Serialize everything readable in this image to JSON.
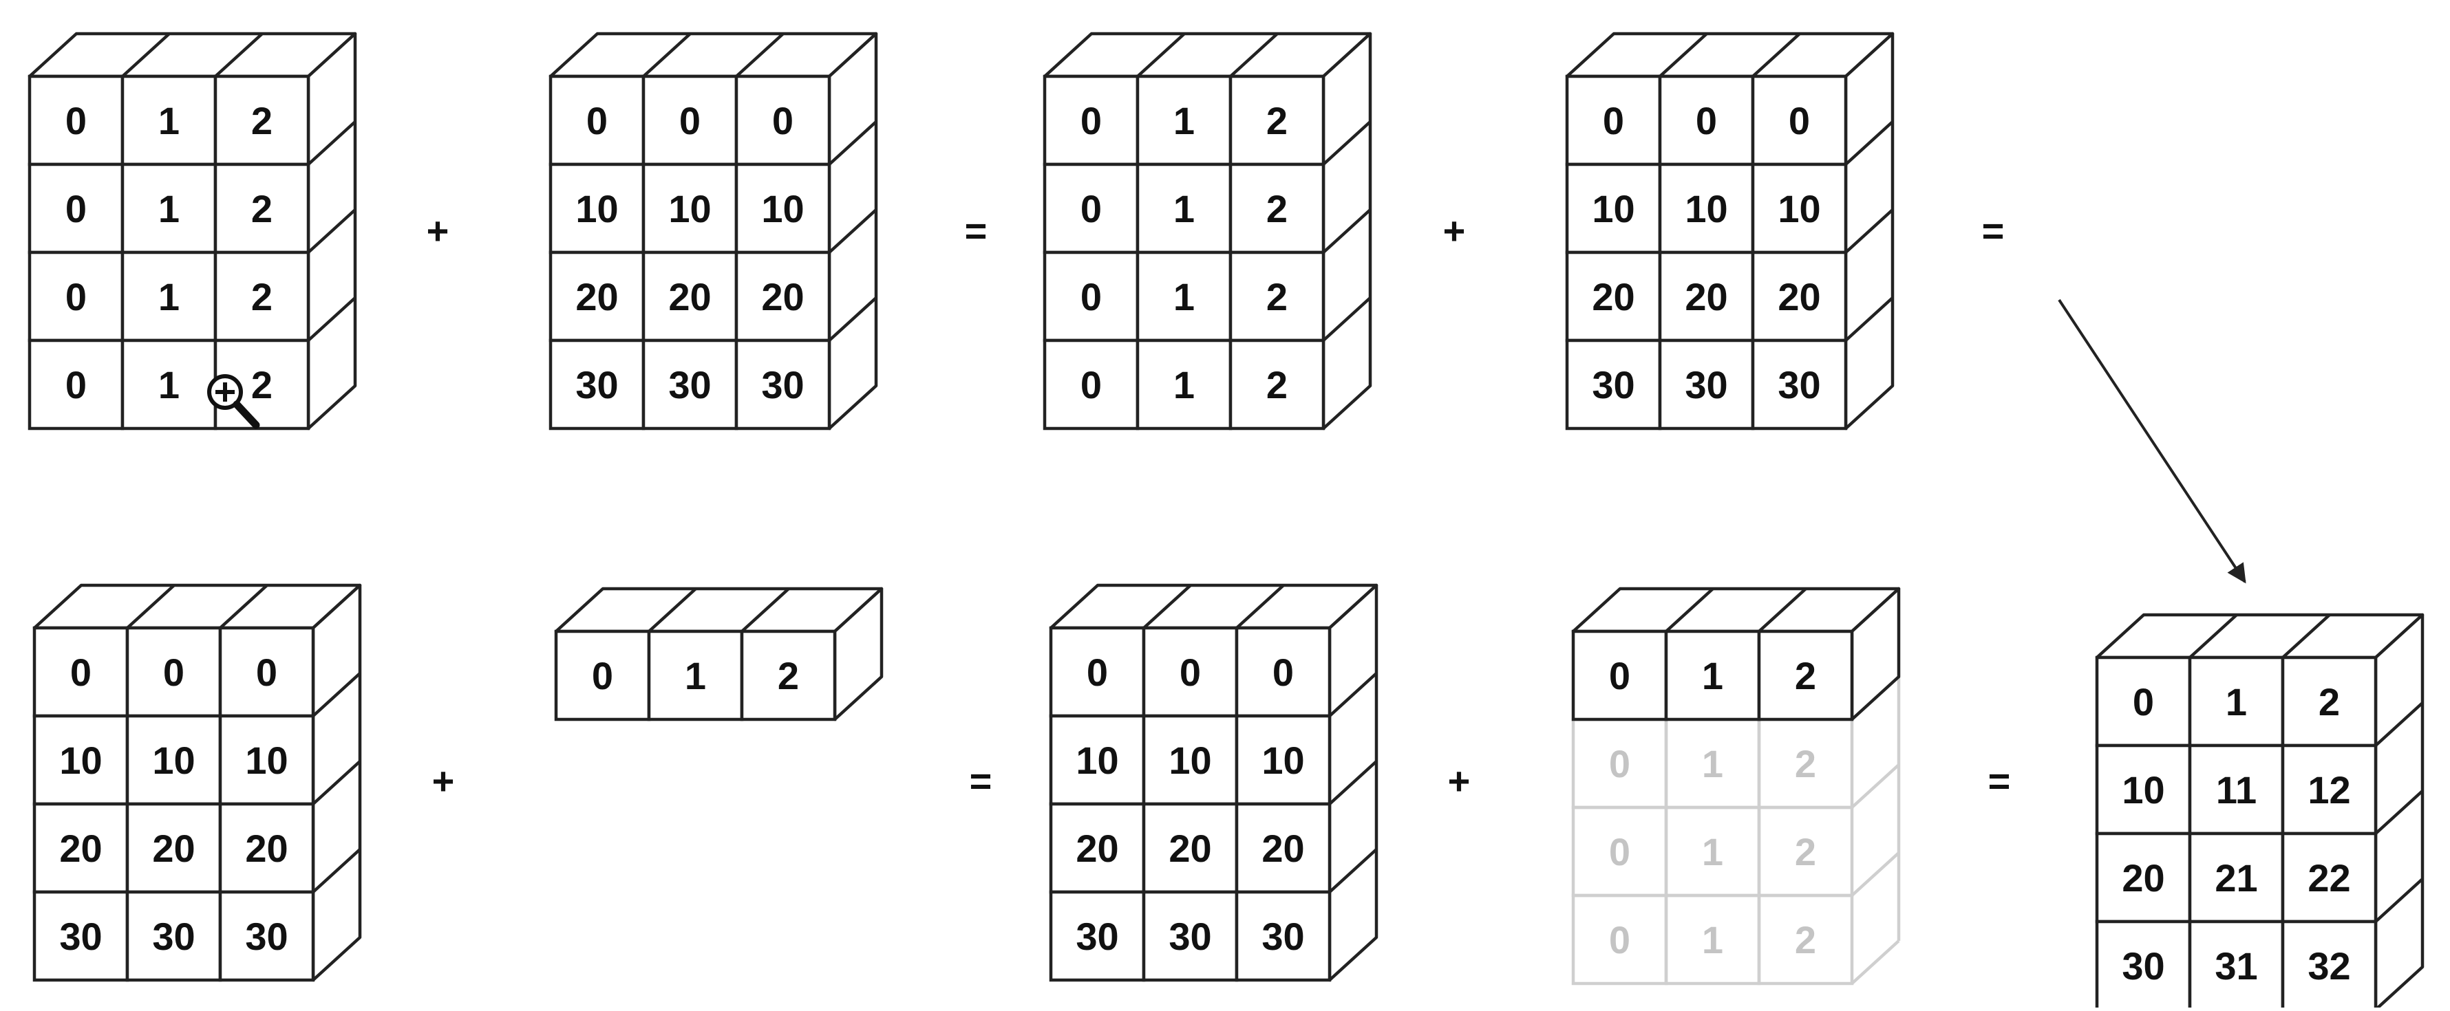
{
  "colors": {
    "line": "#222222",
    "text": "#111111",
    "ghost_line": "#cfcfcf",
    "ghost_text": "#c4c4c4",
    "background": "#ffffff"
  },
  "icons": [
    "zoom-in-icon"
  ],
  "rows": [
    {
      "name": "top",
      "items": [
        {
          "kind": "block",
          "cells": [
            [
              "0",
              "1",
              "2"
            ],
            [
              "0",
              "1",
              "2"
            ],
            [
              "0",
              "1",
              "2"
            ],
            [
              "0",
              "1",
              "2"
            ]
          ]
        },
        {
          "kind": "operator",
          "symbol": "+"
        },
        {
          "kind": "block",
          "cells": [
            [
              "0",
              "0",
              "0"
            ],
            [
              "10",
              "10",
              "10"
            ],
            [
              "20",
              "20",
              "20"
            ],
            [
              "30",
              "30",
              "30"
            ]
          ]
        },
        {
          "kind": "operator",
          "symbol": "="
        },
        {
          "kind": "block",
          "cells": [
            [
              "0",
              "1",
              "2"
            ],
            [
              "0",
              "1",
              "2"
            ],
            [
              "0",
              "1",
              "2"
            ],
            [
              "0",
              "1",
              "2"
            ]
          ]
        },
        {
          "kind": "operator",
          "symbol": "+"
        },
        {
          "kind": "block",
          "cells": [
            [
              "0",
              "0",
              "0"
            ],
            [
              "10",
              "10",
              "10"
            ],
            [
              "20",
              "20",
              "20"
            ],
            [
              "30",
              "30",
              "30"
            ]
          ]
        },
        {
          "kind": "operator",
          "symbol": "="
        }
      ]
    },
    {
      "name": "bottom",
      "items": [
        {
          "kind": "block",
          "cells": [
            [
              "0",
              "0",
              "0"
            ],
            [
              "10",
              "10",
              "10"
            ],
            [
              "20",
              "20",
              "20"
            ],
            [
              "30",
              "30",
              "30"
            ]
          ]
        },
        {
          "kind": "operator",
          "symbol": "+"
        },
        {
          "kind": "block",
          "cells": [
            [
              "0",
              "1",
              "2"
            ]
          ]
        },
        {
          "kind": "operator",
          "symbol": "="
        },
        {
          "kind": "block",
          "cells": [
            [
              "0",
              "0",
              "0"
            ],
            [
              "10",
              "10",
              "10"
            ],
            [
              "20",
              "20",
              "20"
            ],
            [
              "30",
              "30",
              "30"
            ]
          ]
        },
        {
          "kind": "operator",
          "symbol": "+"
        },
        {
          "kind": "block",
          "cells": [
            [
              "0",
              "1",
              "2"
            ]
          ],
          "ghost_cells": [
            [
              "0",
              "1",
              "2"
            ],
            [
              "0",
              "1",
              "2"
            ],
            [
              "0",
              "1",
              "2"
            ]
          ]
        },
        {
          "kind": "operator",
          "symbol": "="
        },
        {
          "kind": "block",
          "cells": [
            [
              "0",
              "1",
              "2"
            ],
            [
              "10",
              "11",
              "12"
            ],
            [
              "20",
              "21",
              "22"
            ],
            [
              "30",
              "31",
              "32"
            ]
          ]
        }
      ]
    }
  ]
}
